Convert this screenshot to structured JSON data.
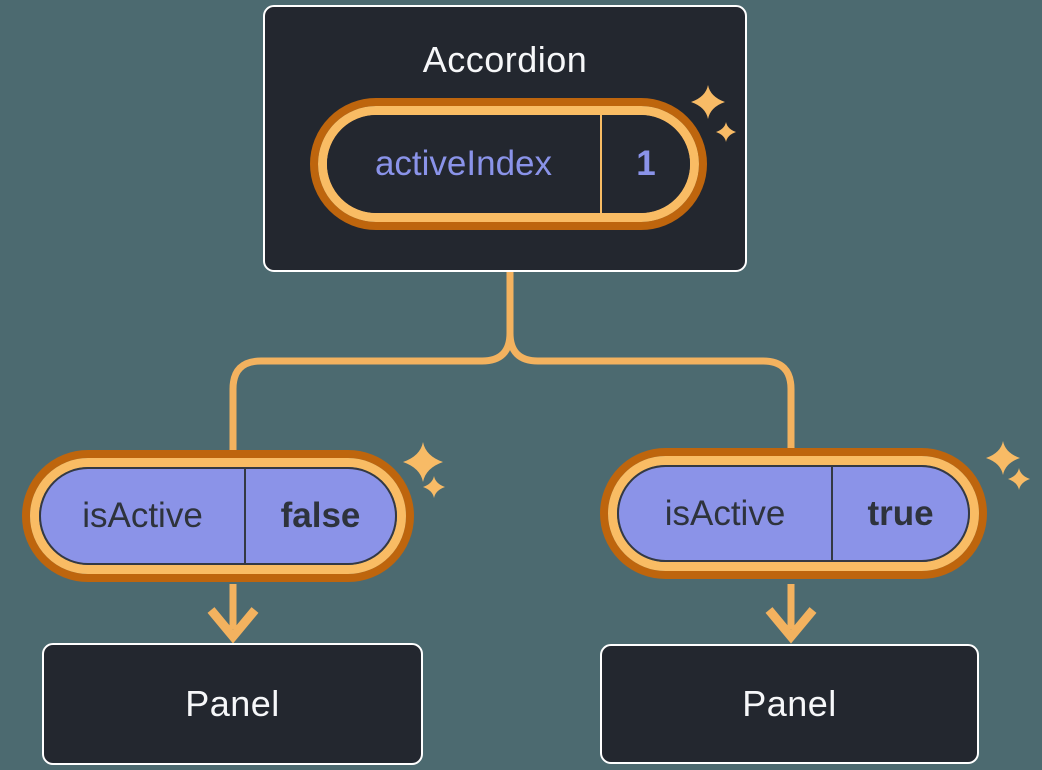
{
  "root": {
    "title": "Accordion",
    "state_name": "activeIndex",
    "state_value": "1"
  },
  "children": [
    {
      "prop_name": "isActive",
      "prop_value": "false",
      "panel_label": "Panel"
    },
    {
      "prop_name": "isActive",
      "prop_value": "true",
      "panel_label": "Panel"
    }
  ],
  "colors": {
    "background": "#4C6A70",
    "node_fill": "#23272F",
    "node_border": "#FFFFFF",
    "ring_outer": "#BE650D",
    "ring_inner": "#F9BC64",
    "connector": "#F3B25F",
    "sparkle": "#F8BB66",
    "prop_fill": "#8B93E8",
    "state_text": "#8A93E9",
    "prop_text": "#2E333C",
    "node_text": "#F6F7F9"
  }
}
